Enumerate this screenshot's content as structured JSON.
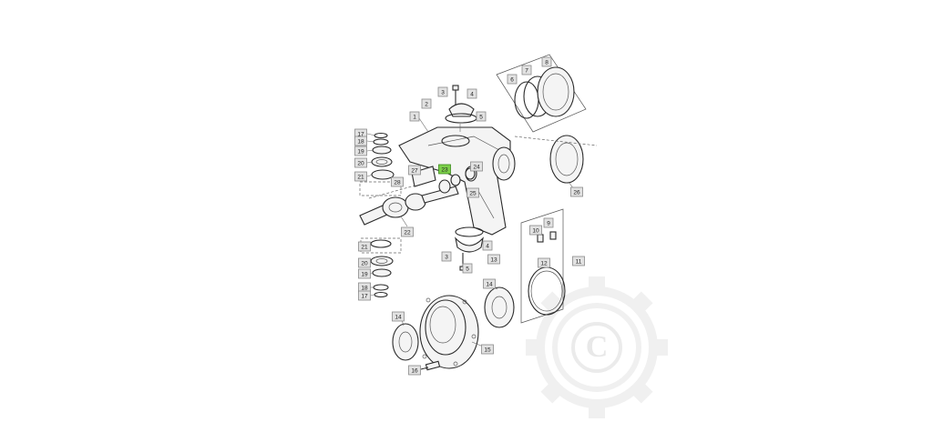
{
  "diagram": {
    "labels": [
      {
        "id": "lbl-1",
        "text": "1"
      },
      {
        "id": "lbl-2",
        "text": "2"
      },
      {
        "id": "lbl-3",
        "text": "3"
      },
      {
        "id": "lbl-4a",
        "text": "4"
      },
      {
        "id": "lbl-5a",
        "text": "5"
      },
      {
        "id": "lbl-6",
        "text": "6"
      },
      {
        "id": "lbl-7",
        "text": "7"
      },
      {
        "id": "lbl-8",
        "text": "8"
      },
      {
        "id": "lbl-9",
        "text": "9"
      },
      {
        "id": "lbl-10",
        "text": "10"
      },
      {
        "id": "lbl-11",
        "text": "11"
      },
      {
        "id": "lbl-12",
        "text": "12"
      },
      {
        "id": "lbl-13",
        "text": "13"
      },
      {
        "id": "lbl-14a",
        "text": "14"
      },
      {
        "id": "lbl-14b",
        "text": "14"
      },
      {
        "id": "lbl-15",
        "text": "15"
      },
      {
        "id": "lbl-16",
        "text": "16"
      },
      {
        "id": "lbl-17a",
        "text": "17"
      },
      {
        "id": "lbl-18a",
        "text": "18"
      },
      {
        "id": "lbl-19a",
        "text": "19"
      },
      {
        "id": "lbl-20a",
        "text": "20"
      },
      {
        "id": "lbl-21a",
        "text": "21"
      },
      {
        "id": "lbl-21b",
        "text": "21"
      },
      {
        "id": "lbl-20b",
        "text": "20"
      },
      {
        "id": "lbl-19b",
        "text": "19"
      },
      {
        "id": "lbl-18b",
        "text": "18"
      },
      {
        "id": "lbl-17b",
        "text": "17"
      },
      {
        "id": "lbl-22",
        "text": "22"
      },
      {
        "id": "lbl-23",
        "text": "23"
      },
      {
        "id": "lbl-24",
        "text": "24"
      },
      {
        "id": "lbl-25",
        "text": "25"
      },
      {
        "id": "lbl-26",
        "text": "26"
      },
      {
        "id": "lbl-27",
        "text": "27"
      },
      {
        "id": "lbl-28",
        "text": "28"
      },
      {
        "id": "lbl-4b",
        "text": "4"
      },
      {
        "id": "lbl-3b",
        "text": "3"
      },
      {
        "id": "lbl-5b",
        "text": "5"
      }
    ],
    "highlight_color": "#7ccf4a",
    "watermark": {
      "letter": "C",
      "color": "#e6e6e6"
    }
  }
}
